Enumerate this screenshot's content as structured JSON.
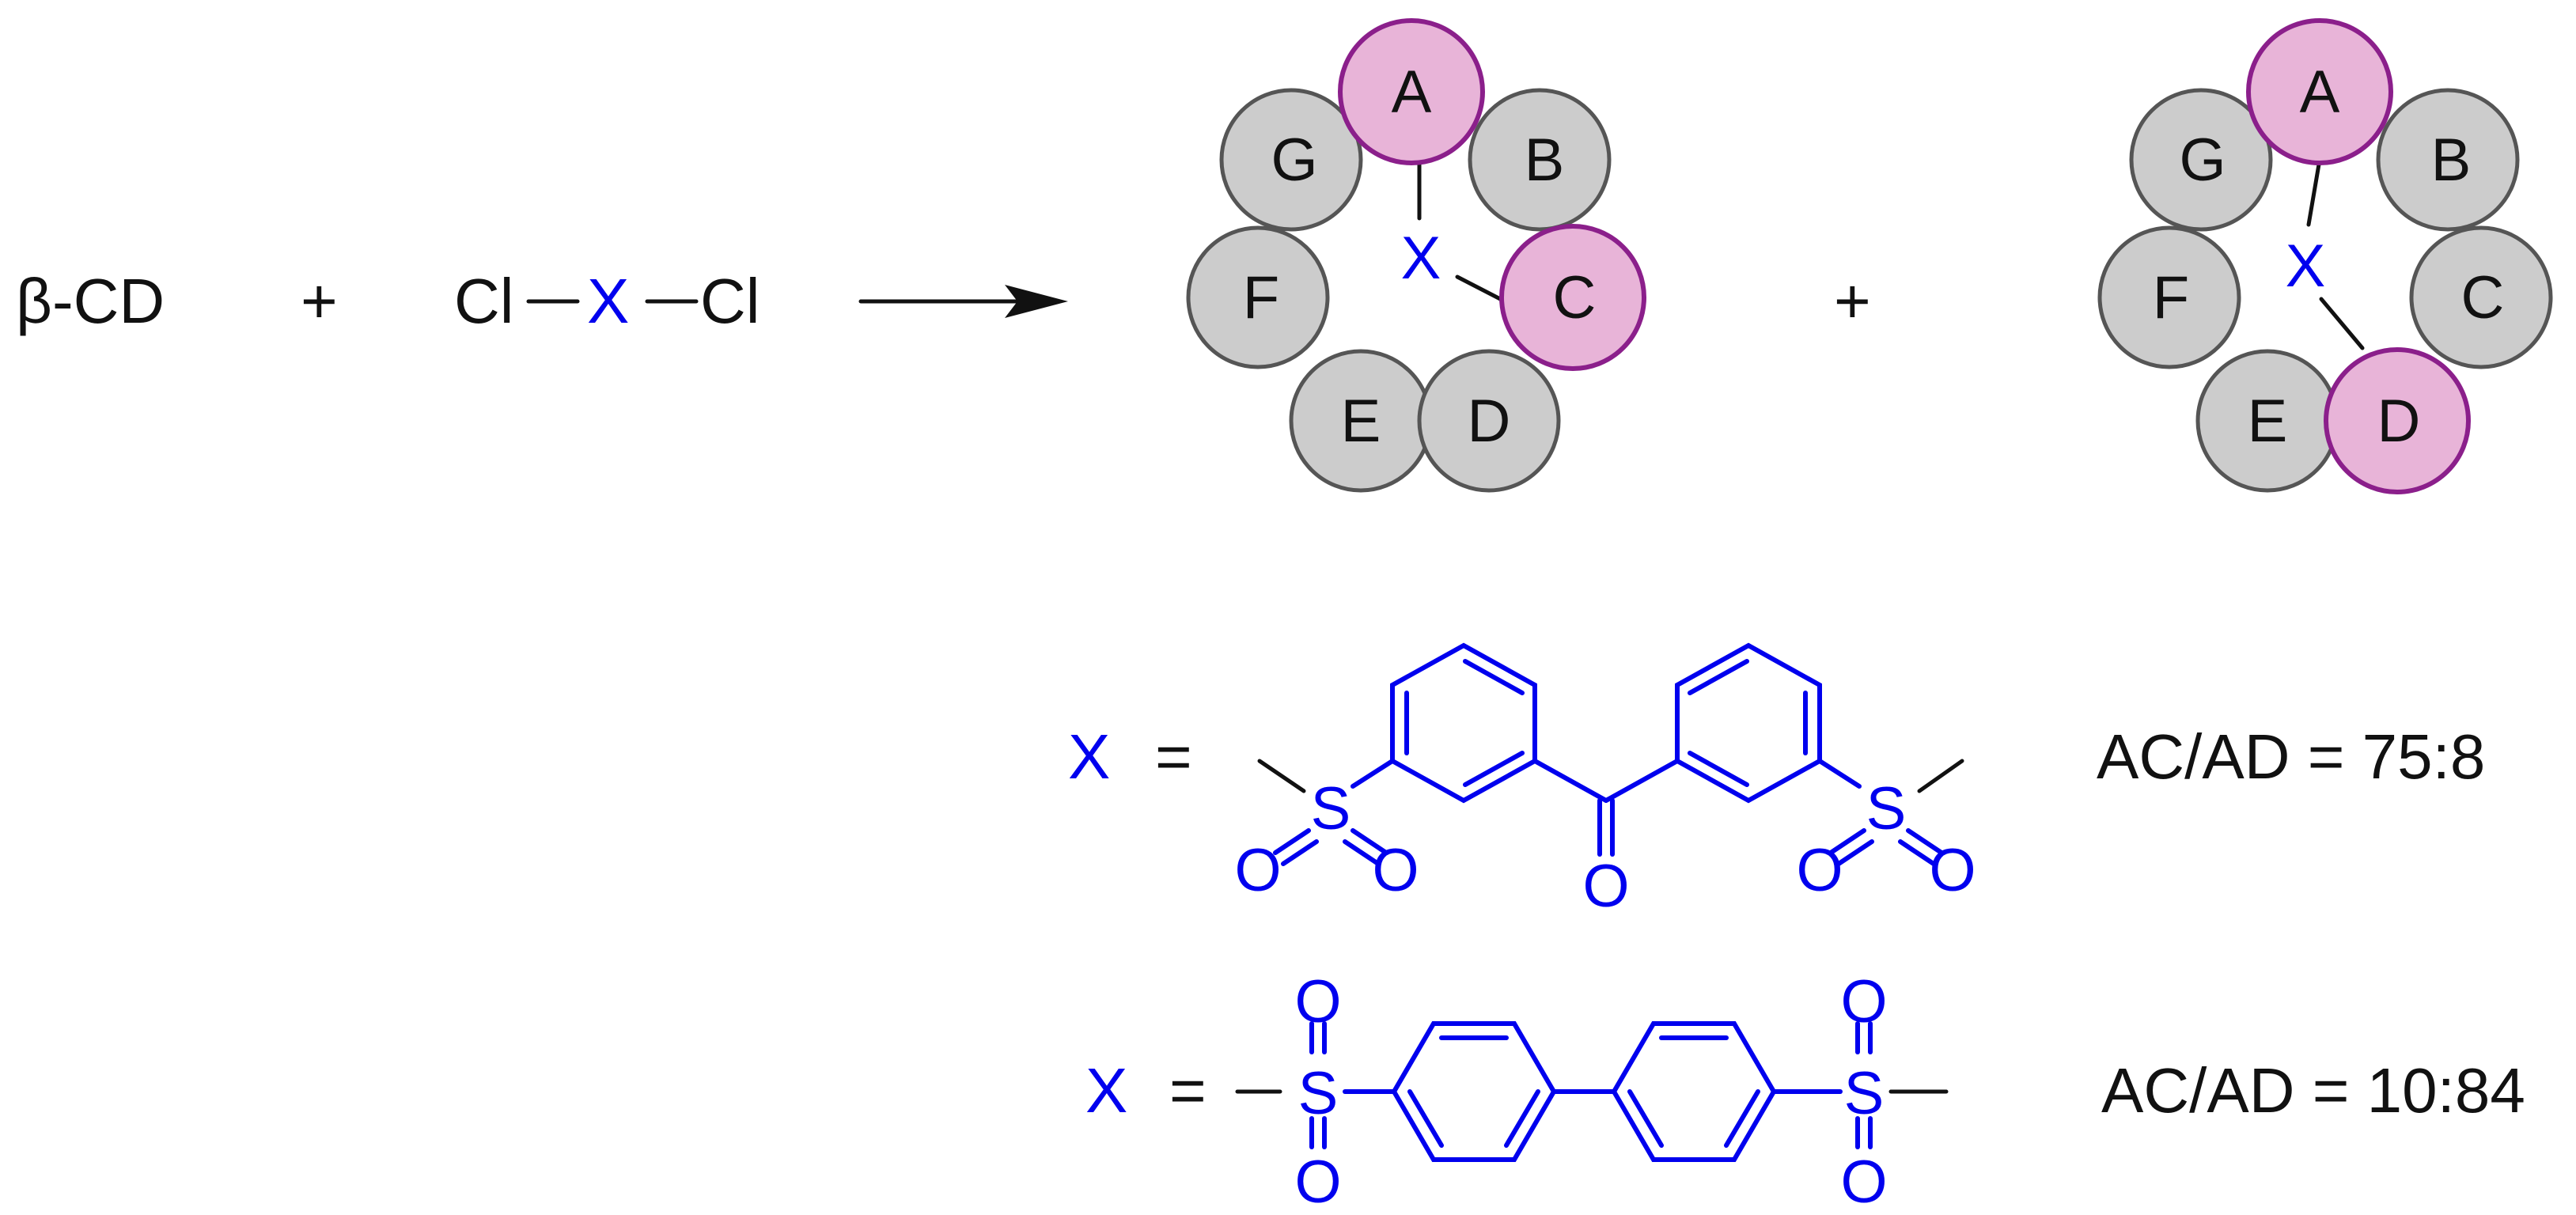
{
  "reaction": {
    "reactant1": "β-CD",
    "plus1": "+",
    "linker_left": "Cl",
    "linker_x": "X",
    "linker_right": "Cl",
    "plus2": "+"
  },
  "product_ac": {
    "units": [
      "A",
      "B",
      "C",
      "D",
      "E",
      "F",
      "G"
    ],
    "linker": "X",
    "highlighted": [
      "A",
      "C"
    ]
  },
  "product_ad": {
    "units": [
      "A",
      "B",
      "C",
      "D",
      "E",
      "F",
      "G"
    ],
    "linker": "X",
    "highlighted": [
      "A",
      "D"
    ]
  },
  "linker_1": {
    "symbol": "X",
    "equals": "=",
    "atoms": {
      "s1": "S",
      "o1a": "O",
      "o1b": "O",
      "oc": "O",
      "s2": "S",
      "o2a": "O",
      "o2b": "O"
    },
    "ratio": "AC/AD = 75:8"
  },
  "linker_2": {
    "symbol": "X",
    "equals": "=",
    "atoms": {
      "s1": "S",
      "o1a": "O",
      "o1b": "O",
      "s2": "S",
      "o2a": "O",
      "o2b": "O"
    },
    "ratio": "AC/AD = 10:84"
  },
  "colors": {
    "unit_fill": "#cccccc",
    "highlight_fill": "#e8b4d8",
    "highlight_stroke": "#8b1f8b",
    "linker_blue": "#0000ee"
  }
}
